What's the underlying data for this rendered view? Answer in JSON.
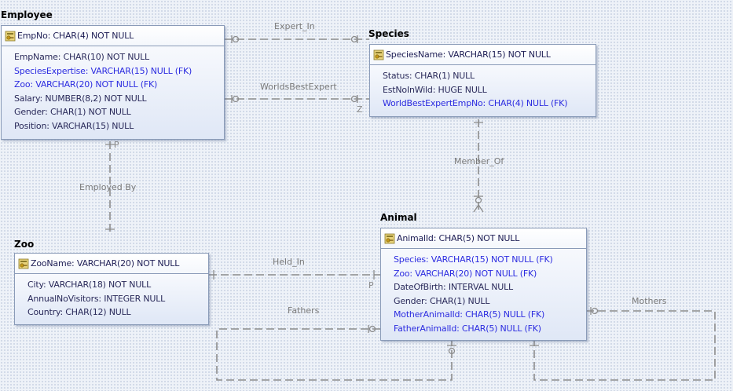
{
  "entities": {
    "employee": {
      "title": "Employee",
      "pk": "EmpNo: CHAR(4) NOT NULL",
      "attrs": [
        {
          "text": "EmpName: CHAR(10) NOT NULL",
          "fk": false
        },
        {
          "text": "SpeciesExpertise: VARCHAR(15) NULL (FK)",
          "fk": true
        },
        {
          "text": "Zoo: VARCHAR(20) NOT NULL (FK)",
          "fk": true
        },
        {
          "text": "Salary: NUMBER(8,2) NOT NULL",
          "fk": false
        },
        {
          "text": "Gender: CHAR(1) NOT NULL",
          "fk": false
        },
        {
          "text": "Position: VARCHAR(15) NULL",
          "fk": false
        }
      ]
    },
    "species": {
      "title": "Species",
      "pk": "SpeciesName: VARCHAR(15) NOT NULL",
      "attrs": [
        {
          "text": "Status: CHAR(1) NULL",
          "fk": false
        },
        {
          "text": "EstNoInWild: HUGE NULL",
          "fk": false
        },
        {
          "text": "WorldBestExpertEmpNo: CHAR(4) NULL (FK)",
          "fk": true
        }
      ]
    },
    "zoo": {
      "title": "Zoo",
      "pk": "ZooName: VARCHAR(20) NOT NULL",
      "attrs": [
        {
          "text": "City: VARCHAR(18) NOT NULL",
          "fk": false
        },
        {
          "text": "AnnualNoVisitors: INTEGER NULL",
          "fk": false
        },
        {
          "text": "Country: CHAR(12) NULL",
          "fk": false
        }
      ]
    },
    "animal": {
      "title": "Animal",
      "pk": "AnimalId: CHAR(5) NOT NULL",
      "attrs": [
        {
          "text": "Species: VARCHAR(15) NOT NULL (FK)",
          "fk": true
        },
        {
          "text": "Zoo: VARCHAR(20) NOT NULL (FK)",
          "fk": true
        },
        {
          "text": "DateOfBirth: INTERVAL NULL",
          "fk": false
        },
        {
          "text": "Gender: CHAR(1) NULL",
          "fk": false
        },
        {
          "text": "MotherAnimalId: CHAR(5) NULL (FK)",
          "fk": true
        },
        {
          "text": "FatherAnimalId: CHAR(5) NULL (FK)",
          "fk": true
        }
      ]
    }
  },
  "relationships": {
    "expert_in": "Expert_In",
    "worlds_best_expert": "WorldsBestExpert",
    "employed_by": "Employed By",
    "member_of": "Member_Of",
    "held_in": "Held_In",
    "fathers": "Fathers",
    "mothers": "Mothers"
  },
  "cardinality": {
    "employed_by_p": "P",
    "held_in_p": "P",
    "worlds_best_expert_z": "Z"
  },
  "colors": {
    "fk_text": "#2c2ce0",
    "plain_text": "#2a2a5a",
    "line": "#8c8c8c"
  }
}
